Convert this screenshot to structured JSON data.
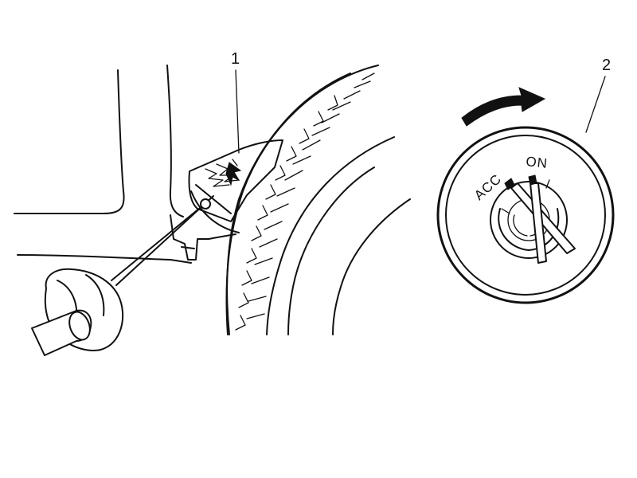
{
  "callouts": {
    "part_1": "1",
    "part_2": "2"
  },
  "ignition_switch": {
    "positions": [
      "ACC",
      "ON"
    ]
  }
}
